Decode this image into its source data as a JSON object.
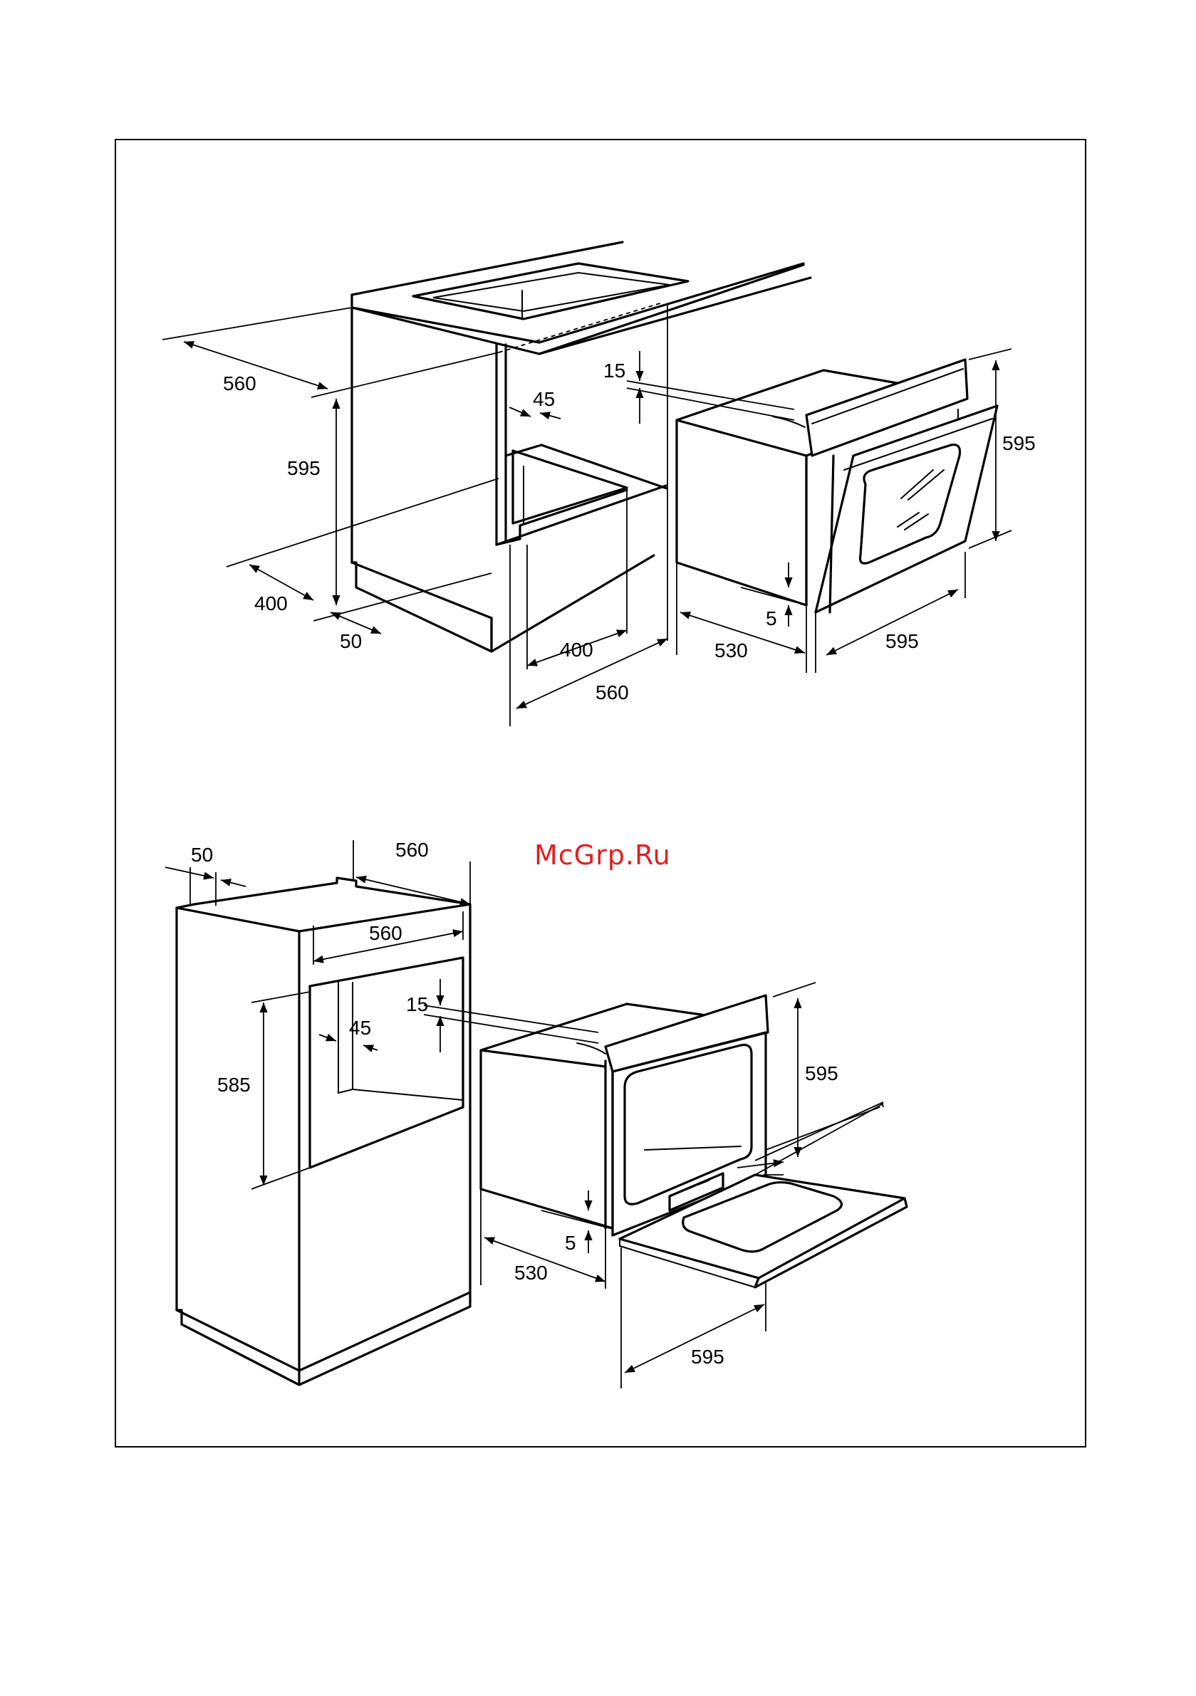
{
  "watermark": "McGrp.Ru",
  "top_diagram": {
    "labels": {
      "cabinet_depth": "560",
      "cabinet_height": "595",
      "side_gap": "45",
      "bottom_opening_depth": "400",
      "plinth": "50",
      "floor_opening_width": "400",
      "niche_width": "560",
      "oven_top_gap": "15",
      "oven_height": "595",
      "oven_bottom_gap": "5",
      "oven_depth": "530",
      "oven_width": "595"
    }
  },
  "bottom_diagram": {
    "labels": {
      "plinth": "50",
      "cabinet_depth": "560",
      "niche_width": "560",
      "side_gap": "45",
      "niche_height": "585",
      "oven_top_gap": "15",
      "oven_height": "595",
      "oven_bottom_gap": "5",
      "oven_depth": "530",
      "oven_width": "595"
    }
  },
  "colors": {
    "ink": "#000000",
    "watermark": "#e02020"
  }
}
